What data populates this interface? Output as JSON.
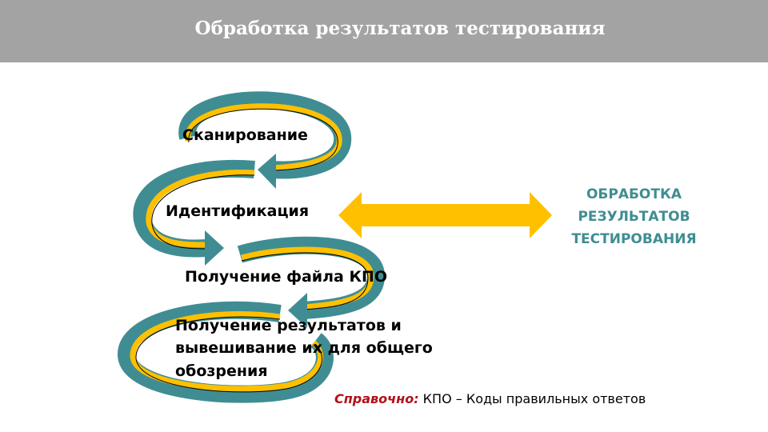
{
  "slide": {
    "title": "Обработка результатов тестирования",
    "steps": [
      "Сканирование",
      "Идентификация",
      "Получение файла КПО",
      "Получение результатов и",
      "вывешивание их для общего",
      "обозрения"
    ],
    "side_label": [
      "ОБРАБОТКА",
      "РЕЗУЛЬТАТОВ",
      "ТЕСТИРОВАНИЯ"
    ],
    "note_label": "Справочно:",
    "note_text": " КПО – Коды правильных ответов"
  },
  "colors": {
    "header": "#a3a3a3",
    "teal": "#3f8d93",
    "yellow": "#ffc000",
    "note_red": "#b0101a"
  }
}
